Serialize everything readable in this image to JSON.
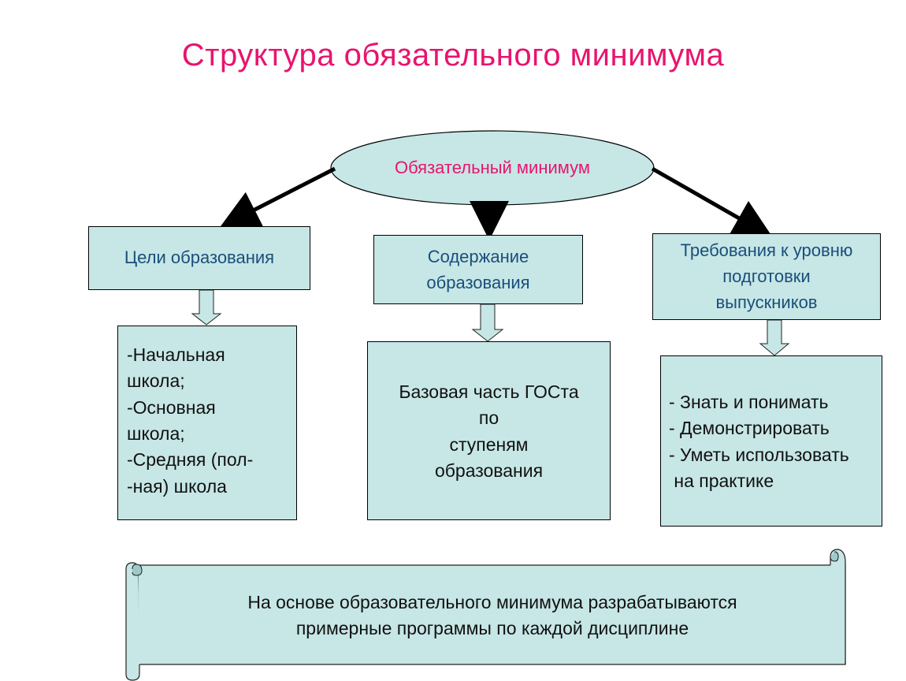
{
  "title": "Структура обязательного минимума",
  "root": {
    "label": "Обязательный минимум"
  },
  "branches": [
    {
      "label_lines": [
        "Цели образования"
      ],
      "detail_lines": [
        "-Начальная",
        "школа;",
        "-Основная",
        "школа;",
        "-Средняя (пол-",
        "-ная) школа"
      ]
    },
    {
      "label_lines": [
        "Содержание",
        "образования"
      ],
      "detail_lines": [
        "Базовая часть ГОСта",
        "по",
        "ступеням",
        "образования"
      ]
    },
    {
      "label_lines": [
        "Требования к уровню",
        "подготовки",
        "выпускников"
      ],
      "detail_lines": [
        "- Знать и понимать",
        "- Демонстрировать",
        "- Уметь использовать",
        " на практике"
      ]
    }
  ],
  "scroll": {
    "lines": [
      "На основе образовательного минимума разрабатываются",
      "примерные программы по каждой дисциплине"
    ]
  },
  "colors": {
    "title": "#e8146e",
    "box_fill": "#c7e6e6",
    "box_text": "#1a4f7a",
    "ellipse_fill": "#c7e6e6"
  }
}
